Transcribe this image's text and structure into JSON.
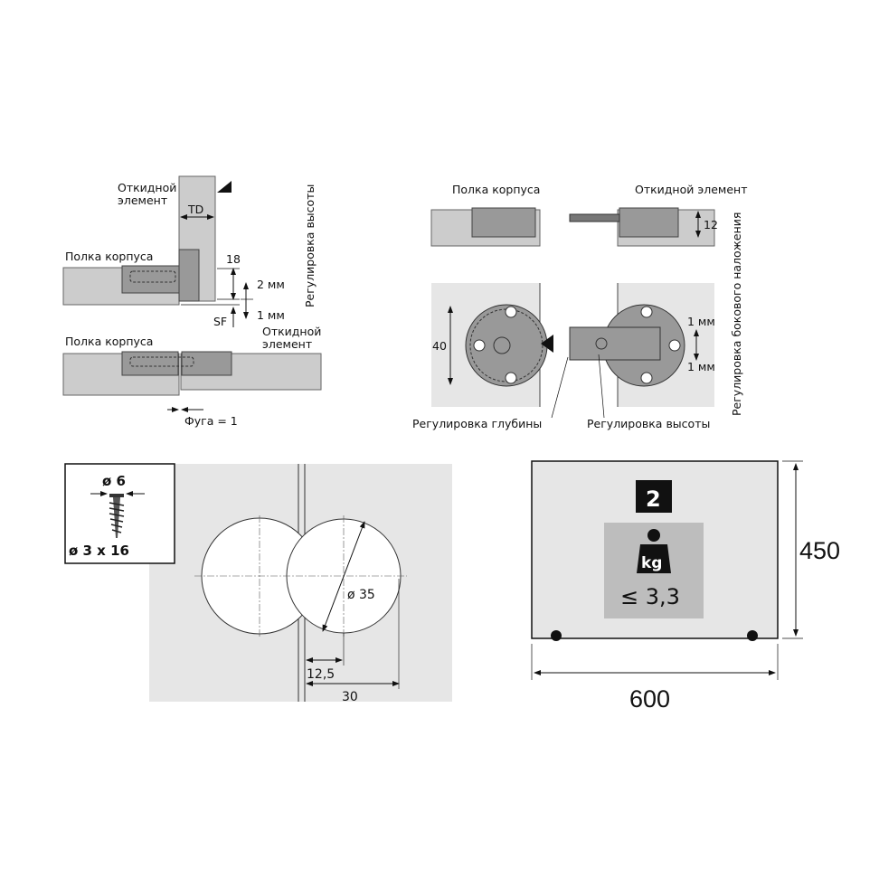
{
  "side_section": {
    "flap_element": [
      "Откидной",
      "элемент"
    ],
    "td": "TD",
    "cabinet_shelf": "Полка корпуса",
    "dim_18": "18",
    "plus_2mm": "2 мм",
    "minus_1mm": "1 мм",
    "sf": "SF",
    "height_adjust": "Регулировка высоты",
    "cabinet_shelf_2": "Полка корпуса",
    "flap_element_2": [
      "Откидной",
      "элемент"
    ],
    "gap": "Фуга = 1"
  },
  "top_view": {
    "cabinet_shelf": "Полка корпуса",
    "flap_element": "Откидной элемент",
    "dim_12": "12",
    "dim_40": "40",
    "plus_1mm": "1 мм",
    "minus_1mm": "1 мм",
    "side_overlay_adjust": "Регулировка бокового наложения",
    "depth_adjust": "Регулировка глубины",
    "height_adjust": "Регулировка высоты"
  },
  "drilling": {
    "screw_head": "ø 6",
    "screw_size": "ø 3 x 16",
    "bore_diameter": "ø 35",
    "dim_12_5": "12,5",
    "dim_30": "30"
  },
  "door_spec": {
    "hinge_count": "2",
    "weight_unit": "kg",
    "max_weight": "≤ 3,3",
    "height": "450",
    "width": "600"
  }
}
